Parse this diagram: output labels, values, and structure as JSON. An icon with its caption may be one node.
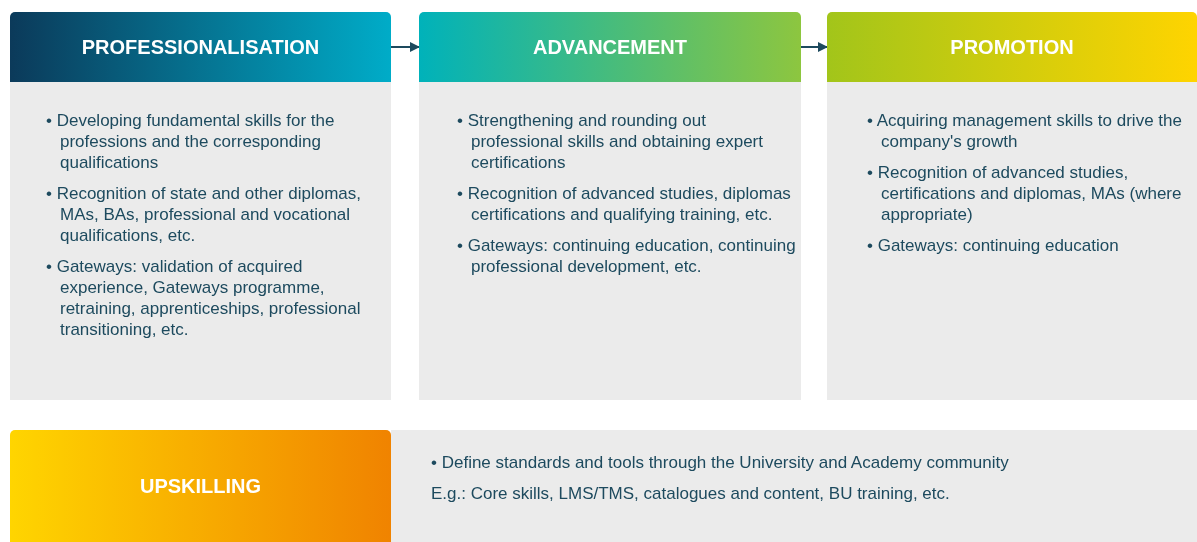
{
  "diagram": {
    "nodes": [
      {
        "text": [
          "PROFESSIONALISATION"
        ]
      },
      {
        "text": [
          "• Developing fundamental skills for the professions and the corresponding qualifications",
          "• Recognition of state and other diplomas, MAs, BAs, professional and vocational qualifications, etc.",
          "• Gateways: validation of acquired experience, Gateways programme, retraining, apprenticeships, professional transitioning, etc."
        ]
      },
      {
        "text": [
          "ADVANCEMENT"
        ]
      },
      {
        "text": [
          "• Strengthening and rounding out professional skills and obtaining expert certifications",
          "• Recognition of advanced studies, diplomas certifications and qualifying training, etc.",
          "• Gateways: continuing education, continuing professional development, etc."
        ]
      },
      {
        "text": [
          "PROMOTION"
        ]
      },
      {
        "text": [
          "• Acquiring management skills to drive the company's growth",
          "• Recognition of advanced studies, certifications and diplomas, MAs (where appropriate)",
          "• Gateways: continuing education"
        ]
      },
      {
        "text": [
          "UPSKILLING"
        ]
      },
      {
        "text": [
          "• Define standards and tools through the University and Academy community",
          "E.g.: Core skills, LMS/TMS, catalogues and content, BU training, etc."
        ]
      }
    ],
    "edges": [
      {
        "from": 0,
        "to": 2,
        "arrow": "to"
      },
      {
        "from": 2,
        "to": 4,
        "arrow": "to"
      }
    ]
  }
}
